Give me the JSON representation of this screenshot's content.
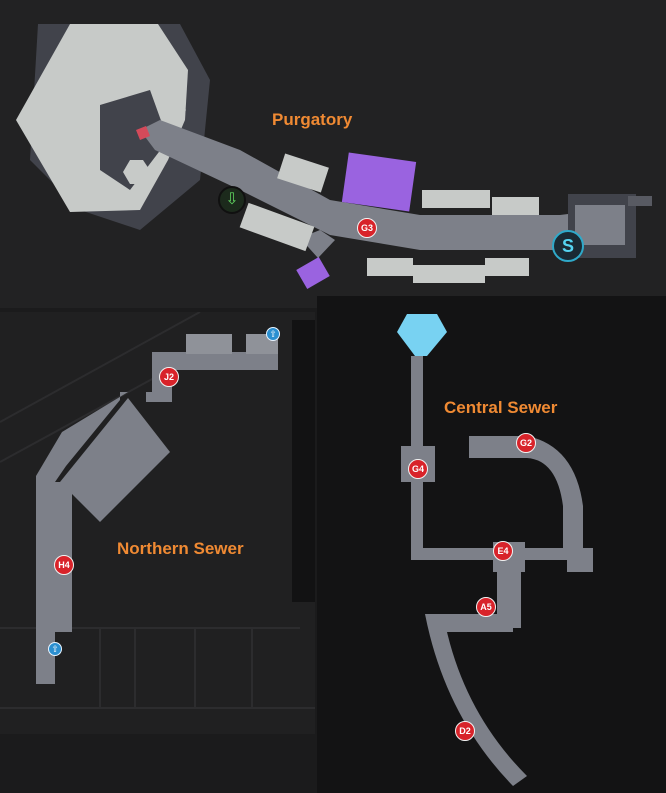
{
  "areas": {
    "purgatory": {
      "label": "Purgatory"
    },
    "northern_sewer": {
      "label": "Northern Sewer"
    },
    "central_sewer": {
      "label": "Central Sewer"
    }
  },
  "markers": {
    "g3": "G3",
    "j2": "J2",
    "h4": "H4",
    "g2": "G2",
    "g4": "G4",
    "e4": "E4",
    "a5": "A5",
    "d2": "D2"
  },
  "icons": {
    "save": {
      "name": "save-point-icon",
      "glyph": "S",
      "color": "#2fa9c9"
    },
    "down": {
      "name": "down-arrow-icon",
      "glyph": "⇩",
      "color": "#5fd35f"
    },
    "up": {
      "name": "up-arrow-icon",
      "glyph": "⇧",
      "color": "#2b8fd0"
    }
  },
  "colors": {
    "corridor": "#7d8089",
    "room": "#c6c9c7",
    "special_room": "#9a63e0",
    "fountain": "#78d2f2",
    "marker": "#d8232a",
    "label": "#f08a33"
  }
}
